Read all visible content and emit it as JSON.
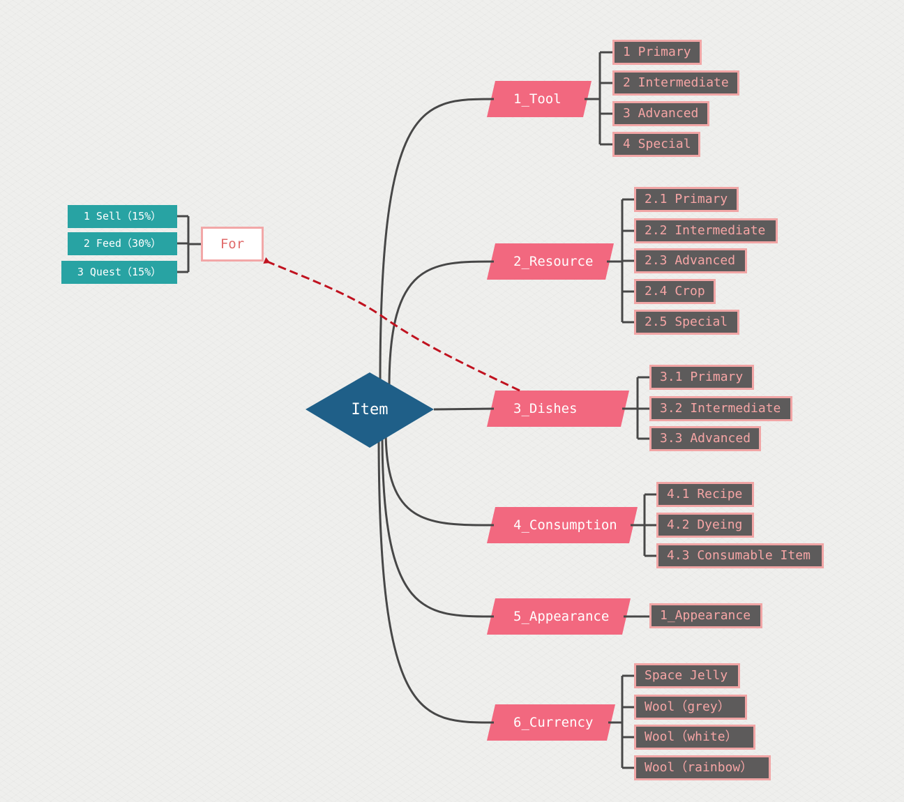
{
  "diagram": {
    "center": "Item",
    "branches": [
      {
        "label": "1_Tool",
        "children": [
          "1 Primary",
          "2 Intermediate",
          "3 Advanced",
          "4 Special"
        ]
      },
      {
        "label": "2_Resource",
        "children": [
          "2.1 Primary",
          "2.2 Intermediate",
          "2.3 Advanced",
          "2.4 Crop",
          "2.5 Special"
        ]
      },
      {
        "label": "3_Dishes",
        "children": [
          "3.1 Primary",
          "3.2 Intermediate",
          "3.3 Advanced"
        ]
      },
      {
        "label": "4_Consumption",
        "children": [
          "4.1 Recipe",
          "4.2 Dyeing",
          "4.3 Consumable Item"
        ]
      },
      {
        "label": "5_Appearance",
        "children": [
          "1_Appearance"
        ]
      },
      {
        "label": "6_Currency",
        "children": [
          "Space Jelly",
          "Wool（grey）",
          "Wool（white）",
          "Wool（rainbow）"
        ]
      }
    ],
    "for_node": {
      "label": "For",
      "children": [
        "1 Sell（15%）",
        "2 Feed（30%）",
        "3 Quest（15%）"
      ]
    }
  },
  "colors": {
    "center": "#1f5f88",
    "branch": "#f2687f",
    "leaf_fill": "#5d5b5b",
    "leaf_border": "#f1a5a5",
    "leaf_text": "#f6a5a5",
    "teal": "#28a3a3",
    "connector": "#474747",
    "relation_arrow": "#c0121f"
  }
}
